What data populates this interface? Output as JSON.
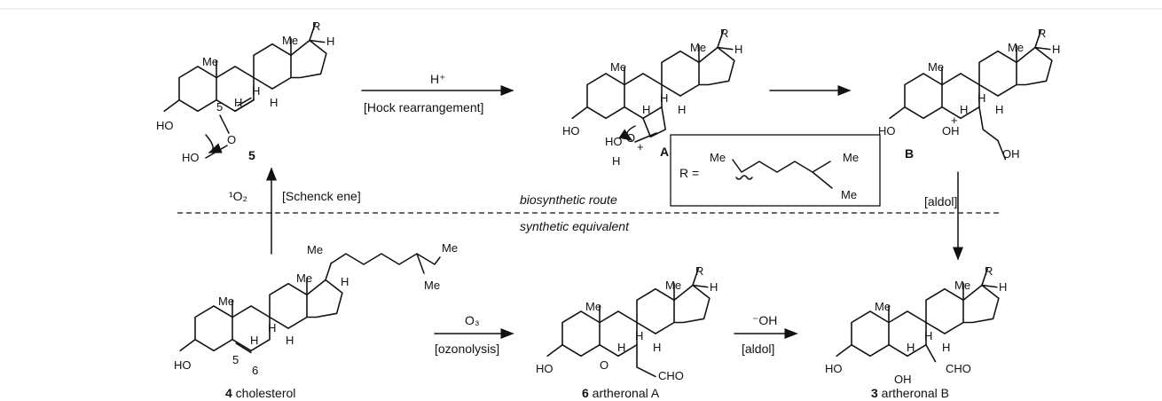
{
  "reactions": {
    "h_plus": "H⁺",
    "hock": "[Hock rearrangement]",
    "singlet_o2": "¹O₂",
    "schenck": "[Schenck ene]",
    "aldol_top": "[aldol]",
    "o3": "O₃",
    "ozonolysis": "[ozonolysis]",
    "hydroxide": "⁻OH",
    "aldol_bottom": "[aldol]"
  },
  "routes": {
    "biosynthetic": "biosynthetic route",
    "synthetic": "synthetic equivalent"
  },
  "r_group_box": {
    "r_eq": "R =",
    "me1": "Me",
    "me2": "Me",
    "me3": "Me"
  },
  "atoms": {
    "R": "R",
    "Me": "Me",
    "H": "H",
    "HO": "HO",
    "OH": "OH",
    "O": "O",
    "CHO": "CHO",
    "plus": "+",
    "five": "5",
    "six": "6"
  },
  "compounds": {
    "c5_num": "5",
    "cA": "A",
    "cB": "B",
    "c4_num": "4",
    "c4_name": " cholesterol",
    "c6_num": "6",
    "c6_name": " artheronal A",
    "c3_num": "3",
    "c3_name": " artheronal B"
  }
}
